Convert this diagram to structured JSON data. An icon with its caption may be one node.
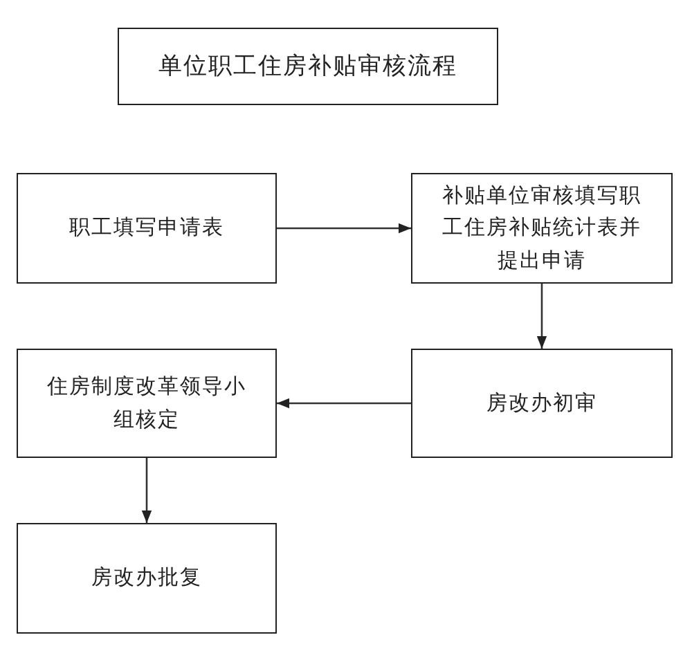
{
  "diagram": {
    "title": "单位职工住房补贴审核流程",
    "nodes": [
      {
        "text": [
          "职工填写申请表"
        ]
      },
      {
        "text": [
          "补贴单位审核填写职工住房补贴统计表并提出申请"
        ]
      },
      {
        "text": [
          "住房制度改革领导小组核定"
        ]
      },
      {
        "text": [
          "房改办初审"
        ]
      },
      {
        "text": [
          "房改办批复"
        ]
      }
    ],
    "edges": [
      {
        "from": 0,
        "to": 1,
        "arrow": "to"
      },
      {
        "from": 1,
        "to": 3,
        "arrow": "to"
      },
      {
        "from": 3,
        "to": 2,
        "arrow": "to"
      },
      {
        "from": 2,
        "to": 4,
        "arrow": "to"
      }
    ]
  }
}
